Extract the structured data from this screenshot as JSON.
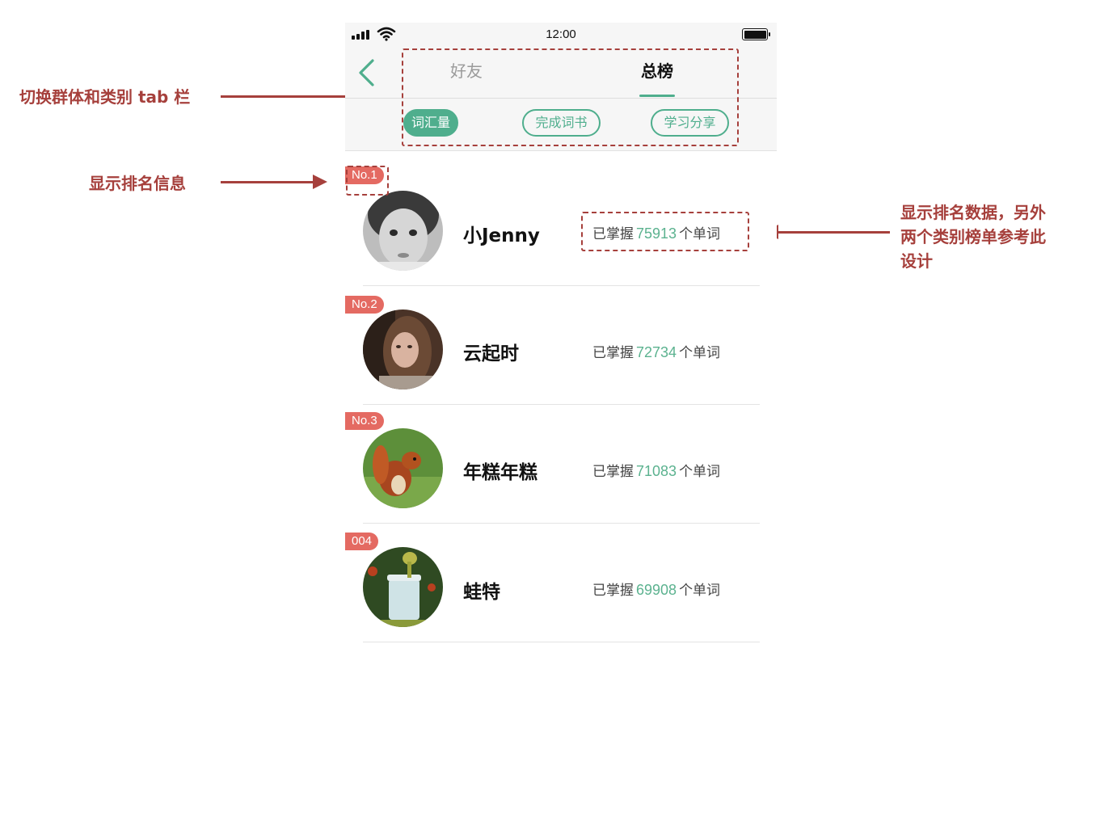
{
  "status": {
    "time": "12:00"
  },
  "tabs": {
    "friends": "好友",
    "total": "总榜"
  },
  "categories": [
    "词汇量",
    "完成词书",
    "学习分享"
  ],
  "list": [
    {
      "rank": "No.1",
      "name": "小Jenny",
      "prefix": "已掌握",
      "count": "75913",
      "suffix": "个单词"
    },
    {
      "rank": "No.2",
      "name": "云起时",
      "prefix": "已掌握",
      "count": "72734",
      "suffix": "个单词"
    },
    {
      "rank": "No.3",
      "name": "年糕年糕",
      "prefix": "已掌握",
      "count": "71083",
      "suffix": "个单词"
    },
    {
      "rank": "004",
      "name": "蛙特",
      "prefix": "已掌握",
      "count": "69908",
      "suffix": "个单词"
    }
  ],
  "annotations": {
    "tabs": "切换群体和类别 tab 栏",
    "rank": "显示排名信息",
    "data_line1": "显示排名数据，另外",
    "data_line2": "两个类别榜单参考此",
    "data_line3": "设计"
  },
  "colors": {
    "accent": "#4fae8d",
    "badge": "#e46a62",
    "annotation": "#a6403c"
  }
}
